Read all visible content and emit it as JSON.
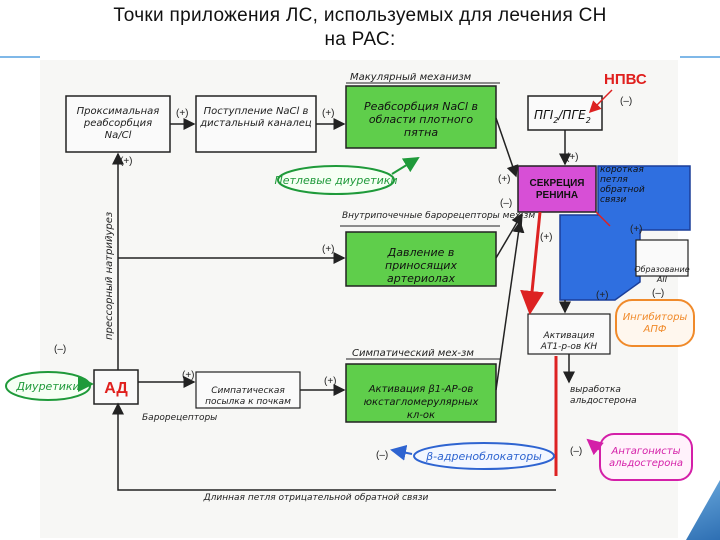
{
  "title_line1": "Точки приложения ЛС, используемых для лечения СН",
  "title_line2": "на РАС:",
  "labels": {
    "macula": "Макулярный механизм",
    "juxta": "Внутрипочечные барорецепторы мех-зм",
    "symp_mech": "Симпатический мех-зм",
    "nsaid": "НПВС",
    "pg_line1": "ПГI",
    "pg_sub1": "2",
    "pg_line2": "/ПГЕ",
    "pg_sub2": "2",
    "short_loop": "короткая петля обратной связи",
    "barorec": "Барорецепторы",
    "global_loop": "Длинная петля отрицательной обратной связи",
    "atii": "Образование АII",
    "aldo": "выработка альдостерона",
    "pressure_diuresis": "прессорный натрийурез"
  },
  "boxes": {
    "prox": "Проксимальная реабсорбция Na/Cl",
    "inflow": "Поступление NaCl в дистальный каналец",
    "reabs": "Реабсорбция NaCl в области плотного пятна",
    "renin": "СЕКРЕЦИЯ РЕНИНА",
    "pressure": "Давление в приносящих артериолах",
    "symp_tone": "Симпатическая посылка к почкам",
    "beta": "Активация β1-АР-ов юкстагломерулярных кл-ок",
    "ace_act": "Активация АТ1-р-ов КН",
    "ad": "АД"
  },
  "drugs": {
    "loop": "Петлевые диуретики",
    "diuretics": "Диуретики",
    "ace_inh": "Ингибиторы АПФ",
    "beta_block": "β-адреноблокаторы",
    "aldo_ant": "Антагонисты альдостерона"
  },
  "signs": {
    "plus": "(+)",
    "minus": "(–)"
  },
  "colors": {
    "green_box": "#5fce4b",
    "renin_box": "#d74fd6",
    "loop_blue": "#2f6fe0",
    "drug_green": "#1f9a3a",
    "drug_blue": "#2e64d1",
    "drug_orange": "#f08a2a",
    "drug_magenta": "#d41fa8",
    "red": "#e0201e"
  }
}
